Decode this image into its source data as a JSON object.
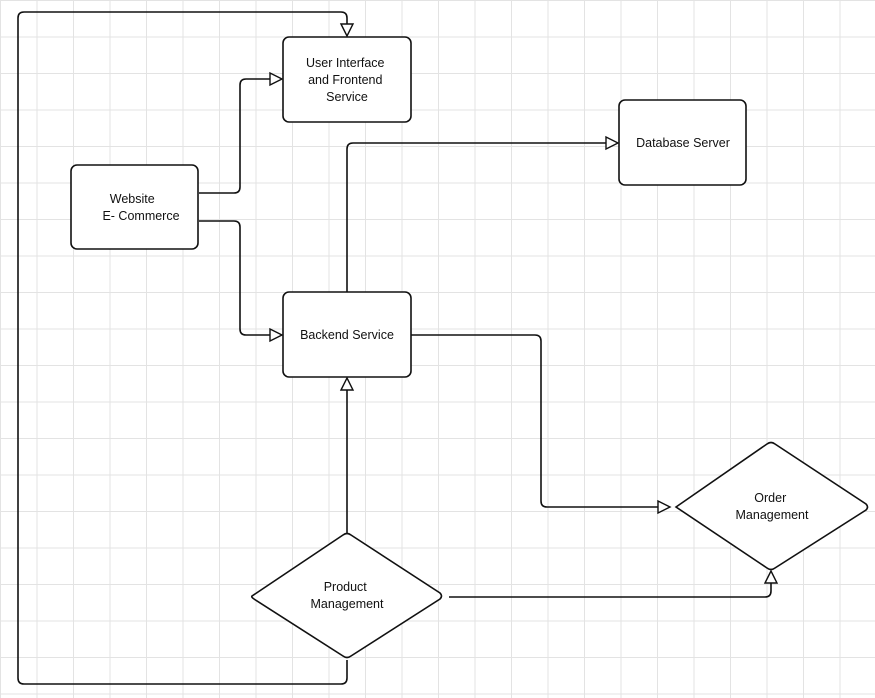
{
  "nodes": {
    "ui": {
      "lines": [
        "User Interface",
        "and Frontend",
        "Service"
      ]
    },
    "db": {
      "lines": [
        "Database Server"
      ]
    },
    "website": {
      "lines": [
        "Website",
        "E- Commerce"
      ]
    },
    "backend": {
      "lines": [
        "Backend Service"
      ]
    },
    "order": {
      "lines": [
        "Order",
        "Management"
      ]
    },
    "product": {
      "lines": [
        "Product",
        "Management"
      ]
    }
  }
}
